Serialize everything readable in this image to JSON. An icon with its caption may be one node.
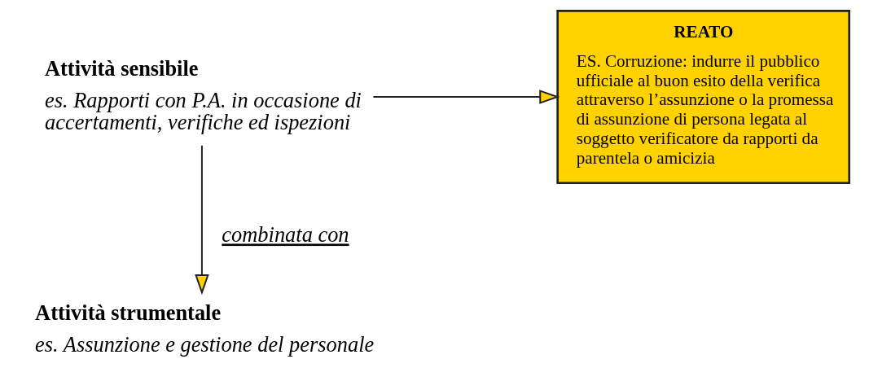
{
  "diagram": {
    "nodes": [
      {
        "text": [
          "Attività sensibile",
          "es. Rapporti con P.A. in occasione di accertamenti, verifiche ed ispezioni"
        ]
      },
      {
        "text": [
          "Attività strumentale",
          "es. Assunzione e gestione del personale"
        ]
      },
      {
        "text": [
          "REATO",
          "ES. Corruzione: indurre il pubblico ufficiale al buon esito della verifica attraverso l’assunzione o la promessa di assunzione di persona legata al soggetto verificatore da rapporti da parentela o amicizia"
        ]
      }
    ],
    "edges": [
      {
        "from": 0,
        "to": 1,
        "arrow": "to",
        "label": "combinata con"
      },
      {
        "from": 0,
        "to": 2,
        "arrow": "to"
      }
    ]
  }
}
